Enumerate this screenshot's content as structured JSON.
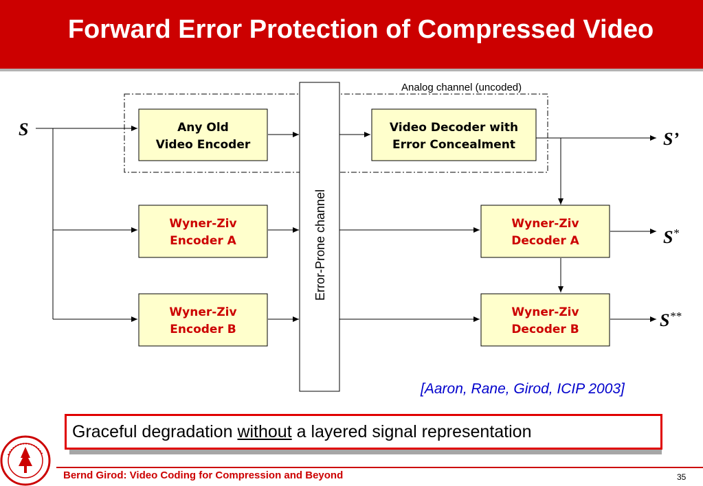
{
  "slide": {
    "title": "Forward Error Protection of Compressed Video",
    "page_number": "35",
    "footer": "Bernd Girod: Video Coding for Compression and Beyond",
    "citation": "[Aaron, Rane, Girod, ICIP 2003]"
  },
  "callout": {
    "before": "Graceful degradation ",
    "emphasis": "without",
    "after": " a layered signal representation"
  },
  "diagram": {
    "analog_label": "Analog channel (uncoded)",
    "channel_label": "Error-Prone channel",
    "input_signal": "S",
    "outputs": {
      "s1_base": "S",
      "s1_mark": "’",
      "s2_base": "S",
      "s2_mark": "*",
      "s3_base": "S",
      "s3_mark": "**"
    },
    "blocks": {
      "old_encoder": [
        "Any Old",
        "Video Encoder"
      ],
      "video_decoder": [
        "Video Decoder with",
        "Error Concealment"
      ],
      "wz_enc_a": [
        "Wyner-Ziv",
        "Encoder A"
      ],
      "wz_enc_b": [
        "Wyner-Ziv",
        "Encoder B"
      ],
      "wz_dec_a": [
        "Wyner-Ziv",
        "Decoder A"
      ],
      "wz_dec_b": [
        "Wyner-Ziv",
        "Decoder B"
      ]
    },
    "colors": {
      "box_fill": "#ffffcc",
      "wz_text": "#cc0000",
      "plain_text": "#000000"
    }
  }
}
